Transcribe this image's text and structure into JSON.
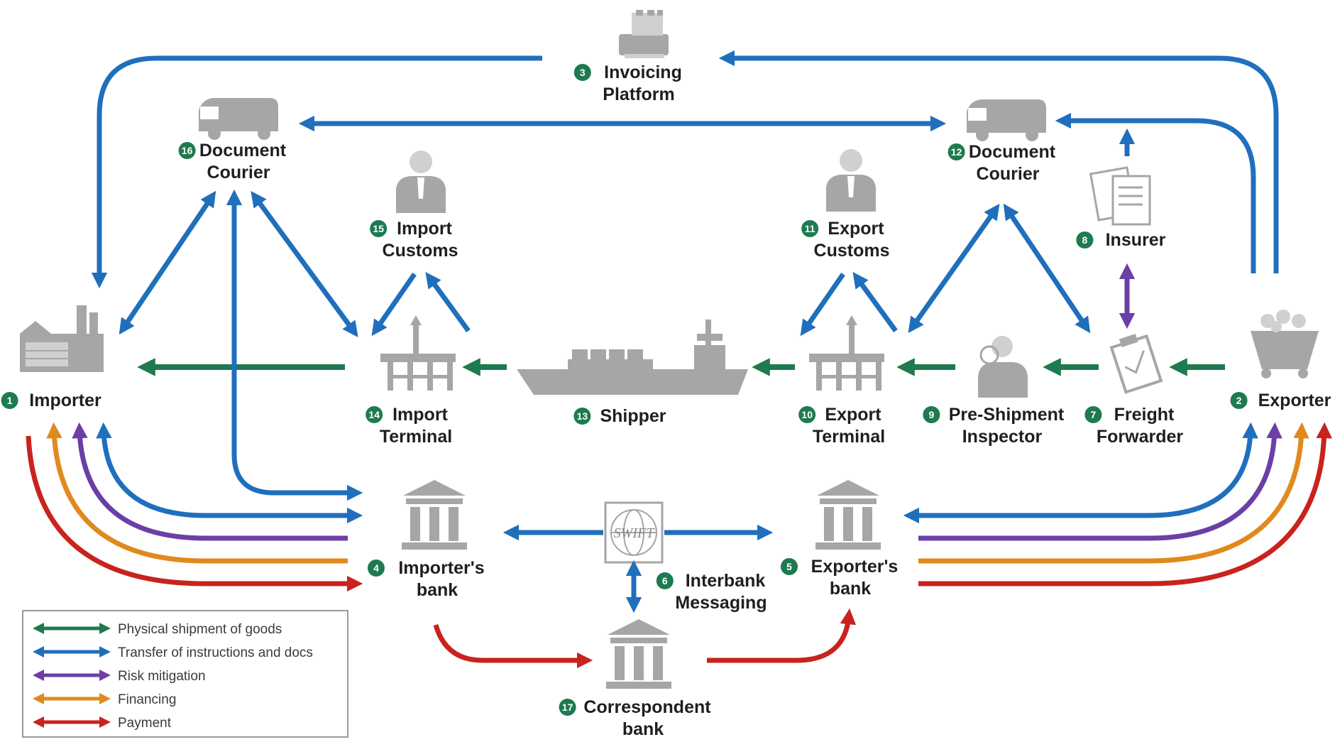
{
  "colors": {
    "physical": "#1e7a4f",
    "instructions": "#1f6fbd",
    "risk": "#6b3fa6",
    "financing": "#e08a1e",
    "payment": "#c8231e",
    "icon": "#a6a6a6",
    "badge": "#1e7a4f"
  },
  "nodes": {
    "importer": {
      "num": "1",
      "lines": [
        "Importer"
      ]
    },
    "exporter": {
      "num": "2",
      "lines": [
        "Exporter"
      ]
    },
    "invoicing": {
      "num": "3",
      "lines": [
        "Invoicing",
        "Platform"
      ]
    },
    "importers_bank": {
      "num": "4",
      "lines": [
        "Importer's",
        "bank"
      ]
    },
    "exporters_bank": {
      "num": "5",
      "lines": [
        "Exporter's",
        "bank"
      ]
    },
    "interbank": {
      "num": "6",
      "lines": [
        "Interbank",
        "Messaging"
      ]
    },
    "freight": {
      "num": "7",
      "lines": [
        "Freight",
        "Forwarder"
      ]
    },
    "insurer": {
      "num": "8",
      "lines": [
        "Insurer"
      ]
    },
    "inspector": {
      "num": "9",
      "lines": [
        "Pre-Shipment",
        "Inspector"
      ]
    },
    "export_terminal": {
      "num": "10",
      "lines": [
        "Export",
        "Terminal"
      ]
    },
    "export_customs": {
      "num": "11",
      "lines": [
        "Export",
        "Customs"
      ]
    },
    "courier_exp": {
      "num": "12",
      "lines": [
        "Document",
        "Courier"
      ]
    },
    "shipper": {
      "num": "13",
      "lines": [
        "Shipper"
      ]
    },
    "import_terminal": {
      "num": "14",
      "lines": [
        "Import",
        "Terminal"
      ]
    },
    "import_customs": {
      "num": "15",
      "lines": [
        "Import",
        "Customs"
      ]
    },
    "courier_imp": {
      "num": "16",
      "lines": [
        "Document",
        "Courier"
      ]
    },
    "correspondent": {
      "num": "17",
      "lines": [
        "Correspondent",
        "bank"
      ]
    }
  },
  "swift_label": "SWIFT",
  "legend": [
    {
      "key": "physical",
      "label": "Physical shipment of goods"
    },
    {
      "key": "instructions",
      "label": "Transfer of instructions and docs"
    },
    {
      "key": "risk",
      "label": "Risk mitigation"
    },
    {
      "key": "financing",
      "label": "Financing"
    },
    {
      "key": "payment",
      "label": "Payment"
    }
  ]
}
